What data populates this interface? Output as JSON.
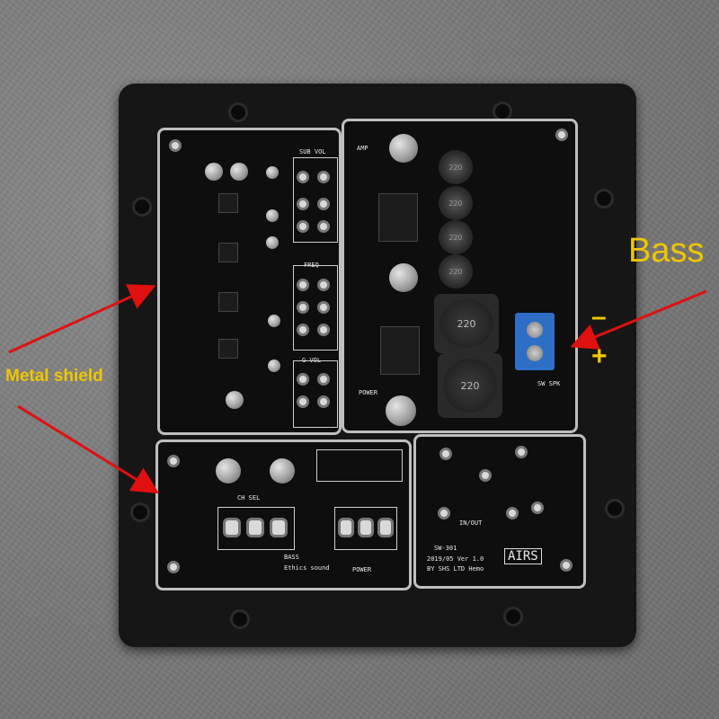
{
  "annotations": {
    "bass": "Bass",
    "metal_shield": "Metal shield",
    "minus": "–",
    "plus": "+"
  },
  "silkscreen": {
    "sub_vol": "SUB VOL",
    "amp": "AMP",
    "freq": "FREQ",
    "g_vol": "G VOL",
    "power": "POWER",
    "ch_sel": "CH SEL",
    "in_out": "IN/OUT",
    "power_bottom": "POWER",
    "sw_spk": "SW SPK",
    "bass_ethics": "BASS",
    "ethics_sound": "Ethics sound",
    "brand": "AIRS",
    "model": "SW-301",
    "version": "2019/05 Ver 1.0",
    "maker": "BY SHS LTD Hemo"
  },
  "colors": {
    "annotation": "#f0c600",
    "arrow": "#e01010",
    "terminal": "#2d6ec6"
  }
}
